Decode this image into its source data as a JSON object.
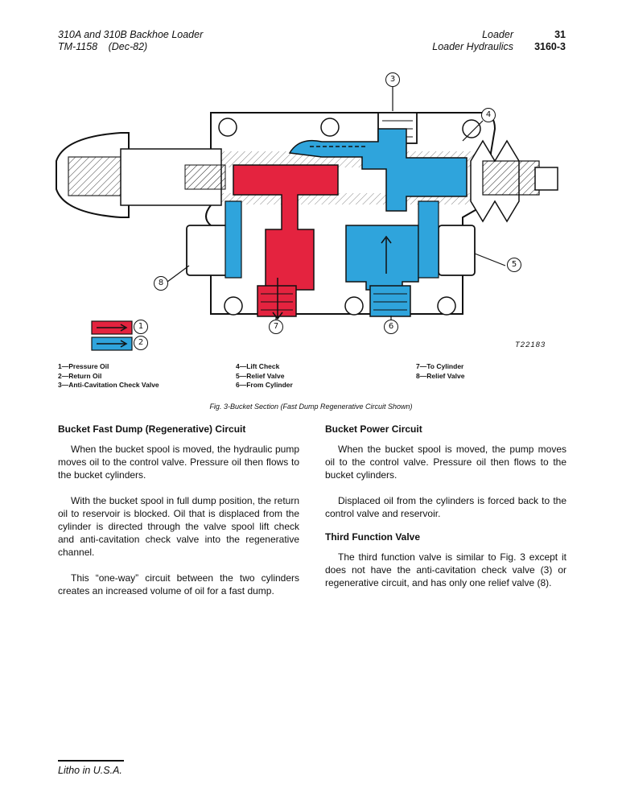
{
  "header": {
    "left_line1": "310A and 310B Backhoe Loader",
    "left_line2": "TM-1158",
    "left_date": "(Dec-82)",
    "right_line1": "Loader",
    "right_line2": "Loader Hydraulics",
    "page_number": "31",
    "section_code": "3160-3"
  },
  "figure": {
    "callouts": [
      "3",
      "4",
      "5",
      "6",
      "7",
      "8"
    ],
    "key": [
      "1",
      "2"
    ],
    "tag": "T22183",
    "colors": {
      "pressure": "#e4233f",
      "return": "#2fa4dc"
    }
  },
  "legend": {
    "col1": [
      "1—Pressure Oil",
      "2—Return Oil",
      "3—Anti-Cavitation Check Valve"
    ],
    "col2": [
      "4—Lift Check",
      "5—Relief Valve",
      "6—From Cylinder"
    ],
    "col3": [
      "7—To Cylinder",
      "8—Relief Valve"
    ]
  },
  "caption": "Fig. 3-Bucket Section (Fast Dump Regenerative Circuit Shown)",
  "left_column": {
    "title": "Bucket Fast Dump (Regenerative) Circuit",
    "paragraphs": [
      "When the bucket spool is moved, the hydraulic pump moves oil to the control valve. Pressure oil then flows to the bucket cylinders.",
      "With the bucket spool in full dump position, the return oil to reservoir is blocked. Oil that is displaced from the cylinder is directed through the valve spool lift check and anti-cavitation check valve into the regenerative channel.",
      "This “one-way” circuit between the two cylinders creates an increased volume of oil for a fast dump."
    ]
  },
  "right_column": {
    "title1": "Bucket Power Circuit",
    "paragraphs1": [
      "When the bucket spool is moved, the pump moves oil to the control valve. Pressure oil then flows to the bucket cylinders.",
      "Displaced oil from the cylinders is forced back to the control valve and reservoir."
    ],
    "title2": "Third Function Valve",
    "paragraphs2": [
      "The third function valve is similar to Fig. 3 except it does not have the anti-cavitation check valve (3) or regenerative circuit, and has only one relief valve (8)."
    ]
  },
  "footer": {
    "text": "Litho in U.S.A."
  }
}
